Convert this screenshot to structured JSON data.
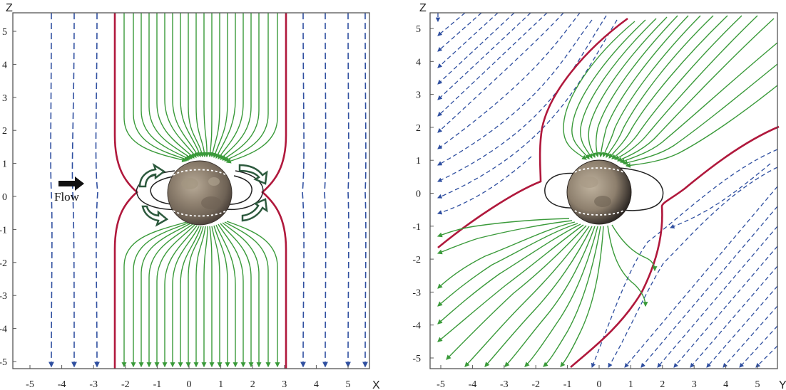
{
  "panels": [
    {
      "id": "left",
      "x_axis_label": "X",
      "z_axis_label": "Z",
      "x_ticks": [
        "-5",
        "-4",
        "-3",
        "-2",
        "-1",
        "0",
        "1",
        "2",
        "3",
        "4",
        "5"
      ],
      "z_ticks": [
        "5",
        "4",
        "3",
        "2",
        "1",
        "0",
        "-1",
        "-2",
        "-3",
        "-4",
        "-5"
      ],
      "flow_label": "Flow"
    },
    {
      "id": "right",
      "x_axis_label": "Y",
      "z_axis_label": "Z",
      "x_ticks": [
        "-5",
        "-4",
        "-3",
        "-2",
        "-1",
        "0",
        "1",
        "2",
        "3",
        "4",
        "5"
      ],
      "z_ticks": [
        "5",
        "4",
        "3",
        "2",
        "1",
        "0",
        "-1",
        "-2",
        "-3",
        "-4",
        "-5"
      ]
    }
  ],
  "colors": {
    "open_field_line": "#3a9a3a",
    "closed_field_line": "#222222",
    "separatrix": "#b0183c",
    "jovian_field_line": "#2f4fa0",
    "moon_surface": "#8c7d6c",
    "flow_arrow": "#2d5a3e"
  }
}
